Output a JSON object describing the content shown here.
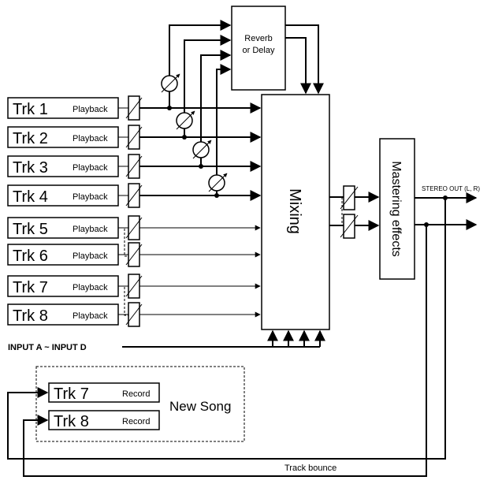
{
  "tracks": [
    {
      "name": "Trk 1",
      "mode": "Playback"
    },
    {
      "name": "Trk 2",
      "mode": "Playback"
    },
    {
      "name": "Trk 3",
      "mode": "Playback"
    },
    {
      "name": "Trk 4",
      "mode": "Playback"
    },
    {
      "name": "Trk 5",
      "mode": "Playback"
    },
    {
      "name": "Trk 6",
      "mode": "Playback"
    },
    {
      "name": "Trk 7",
      "mode": "Playback"
    },
    {
      "name": "Trk 8",
      "mode": "Playback"
    }
  ],
  "reverb": {
    "line1": "Reverb",
    "line2": "or Delay"
  },
  "mixing": "Mixing",
  "mastering": "Mastering effects",
  "stereo_out": "STEREO OUT (L, R)",
  "input": "INPUT A ~ INPUT D",
  "new_song": {
    "label": "New Song",
    "tracks": [
      {
        "name": "Trk 7",
        "mode": "Record"
      },
      {
        "name": "Trk 8",
        "mode": "Record"
      }
    ]
  },
  "track_bounce": "Track bounce"
}
